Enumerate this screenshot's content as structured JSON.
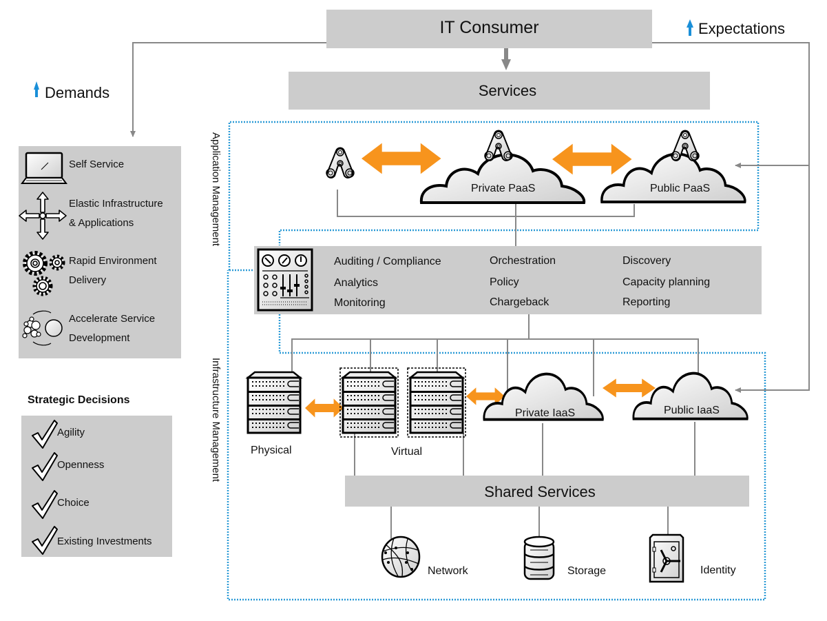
{
  "diagram": {
    "top": {
      "consumer": "IT Consumer",
      "services": "Services",
      "demands": "Demands",
      "expectations": "Expectations",
      "up_arrow_icon": "blue-up-arrow"
    },
    "benefits": [
      {
        "icon": "laptop-icon",
        "line1": "Self Service",
        "line2": ""
      },
      {
        "icon": "four-way-arrows-icon",
        "line1": "Elastic Infrastructure",
        "line2": "& Applications"
      },
      {
        "icon": "gears-icon",
        "line1": "Rapid Environment",
        "line2": "Delivery"
      },
      {
        "icon": "bubbles-cycle-icon",
        "line1": "Accelerate Service",
        "line2": "Development"
      }
    ],
    "strategic": {
      "title": "Strategic Decisions",
      "items": [
        "Agility",
        "Openness",
        "Choice",
        "Existing Investments"
      ]
    },
    "sections": {
      "application": "Application Management",
      "infrastructure": "Infrastructure Management"
    },
    "paas": {
      "private": "Private PaaS",
      "public": "Public PaaS"
    },
    "management": {
      "col1": [
        "Auditing / Compliance",
        "Analytics",
        "Monitoring"
      ],
      "col2": [
        "Orchestration",
        "Policy",
        "Chargeback"
      ],
      "col3": [
        "Discovery",
        "Capacity planning",
        "Reporting"
      ]
    },
    "iaas": {
      "physical": "Physical",
      "virtual": "Virtual",
      "private": "Private IaaS",
      "public": "Public IaaS"
    },
    "shared": {
      "title": "Shared Services",
      "items": [
        "Network",
        "Storage",
        "Identity"
      ]
    },
    "colors": {
      "box": "#cccccc",
      "connector": "#888888",
      "dotted_border": "#2a9ad6",
      "orange_arrow": "#f7941d",
      "blue_arrow": "#1a8fd8"
    }
  }
}
